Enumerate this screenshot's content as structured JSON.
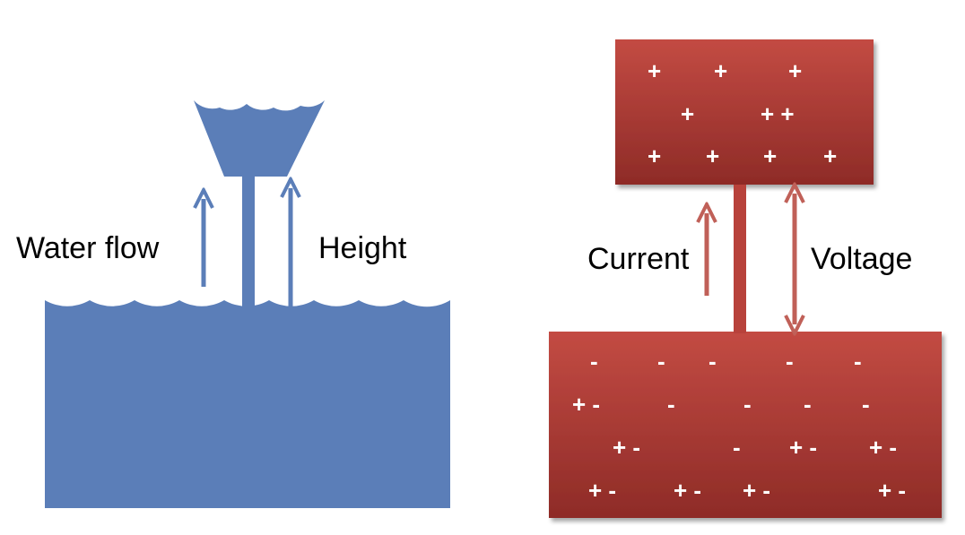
{
  "water_side": {
    "flow_label": "Water flow",
    "height_label": "Height",
    "color": "#5B7EB8"
  },
  "electric_side": {
    "current_label": "Current",
    "voltage_label": "Voltage",
    "box_color_top": "#C34B43",
    "box_color_bottom": "#8E2B27",
    "arrow_color": "#C06058",
    "charge_color": "#FFFFFF",
    "top_box_charges": [
      [
        "+",
        "+",
        "+"
      ],
      [
        "+",
        "+ +"
      ],
      [
        "+",
        "+",
        "+",
        "+"
      ]
    ],
    "bottom_box_charges": [
      [
        "-",
        "-",
        "-",
        "-",
        "-"
      ],
      [
        "+ -",
        "-",
        "-",
        "-",
        "-"
      ],
      [
        "+ -",
        "-",
        "+ -",
        "+ -"
      ],
      [
        "+ -",
        "+ -",
        "+ -",
        "+ -"
      ]
    ]
  }
}
